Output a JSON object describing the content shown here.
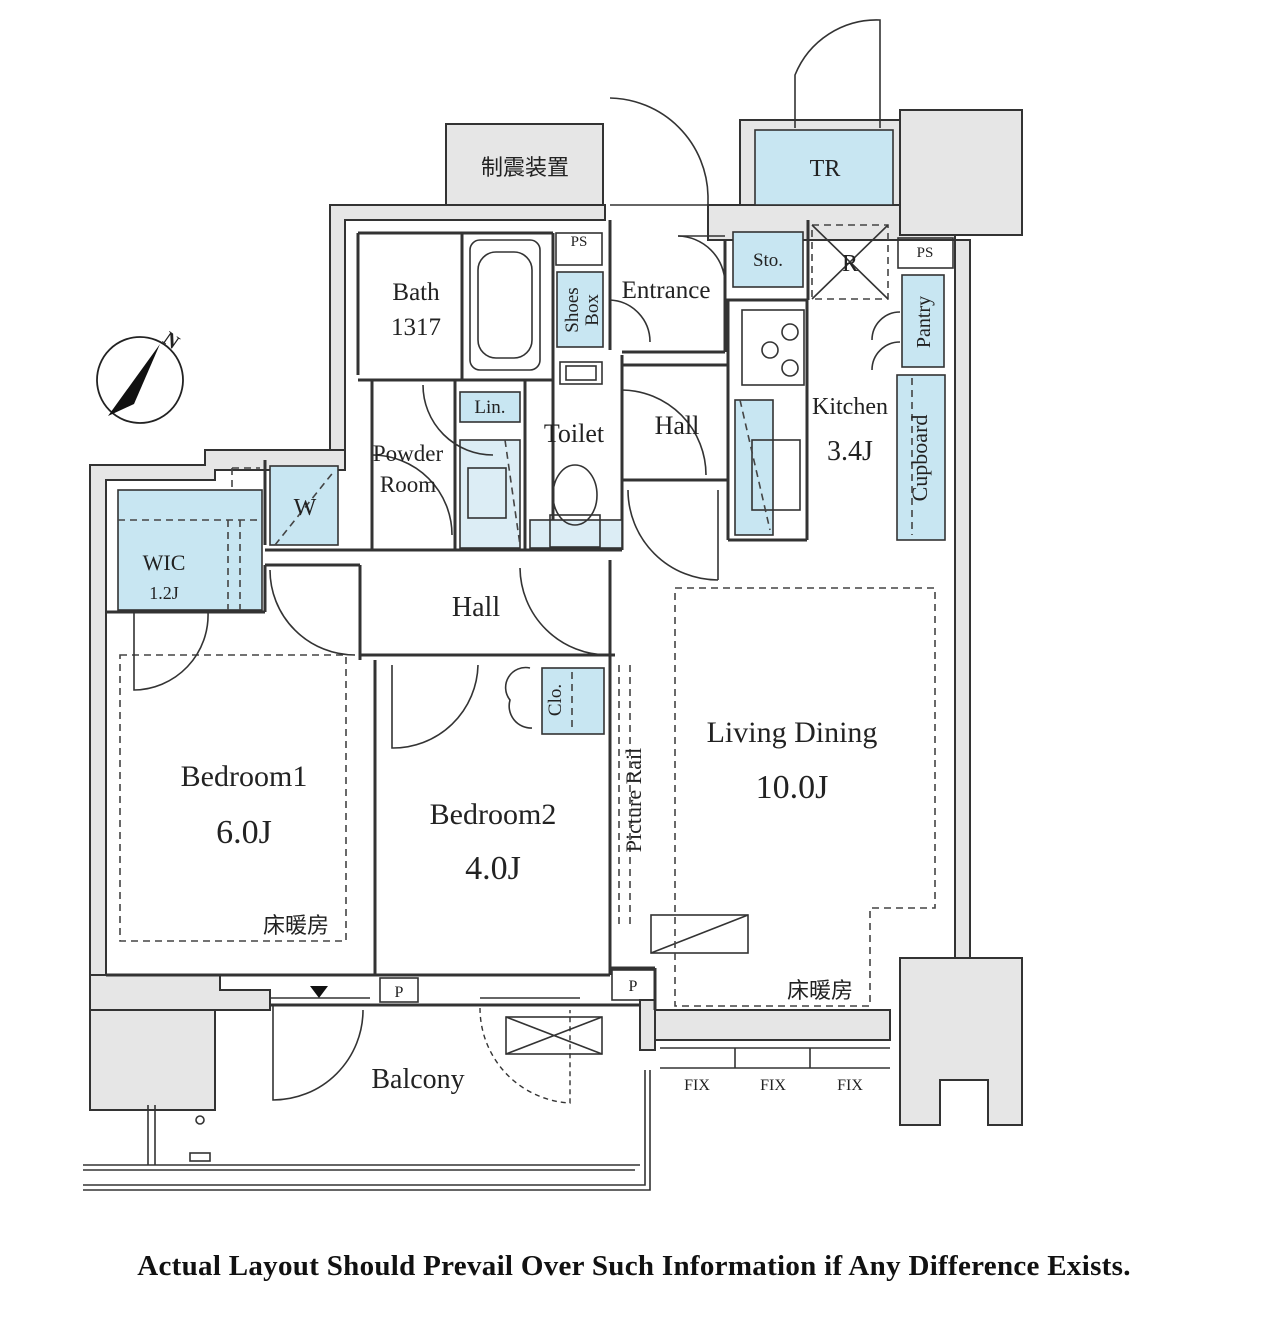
{
  "rooms": {
    "seishin": "制震装置",
    "tr": "TR",
    "ps1": "PS",
    "ps2": "PS",
    "sto": "Sto.",
    "r": "R",
    "bath": "Bath",
    "bath_size": "1317",
    "shoes_box": [
      "Shoes",
      "Box"
    ],
    "entrance": "Entrance",
    "pantry": "Pantry",
    "lin": "Lin.",
    "toilet": "Toilet",
    "hall_upper": "Hall",
    "kitchen": "Kitchen",
    "kitchen_size": "3.4J",
    "cupboard": "Cupboard",
    "powder_room": [
      "Powder",
      "Room"
    ],
    "w": "W",
    "wic": "WIC",
    "wic_size": "1.2J",
    "hall_lower": "Hall",
    "clo": "Clo.",
    "picture_rail": "Picture Rail",
    "living_dining": "Living Dining",
    "living_dining_size": "10.0J",
    "bedroom1": "Bedroom1",
    "bedroom1_size": "6.0J",
    "bedroom2": "Bedroom2",
    "bedroom2_size": "4.0J",
    "floor_heating_1": "床暖房",
    "floor_heating_2": "床暖房",
    "p1": "P",
    "p2": "P",
    "balcony": "Balcony",
    "fix": [
      "FIX",
      "FIX",
      "FIX"
    ]
  },
  "compass": {
    "label": "N"
  },
  "disclaimer": "Actual Layout Should Prevail Over Such Information if Any Difference Exists."
}
